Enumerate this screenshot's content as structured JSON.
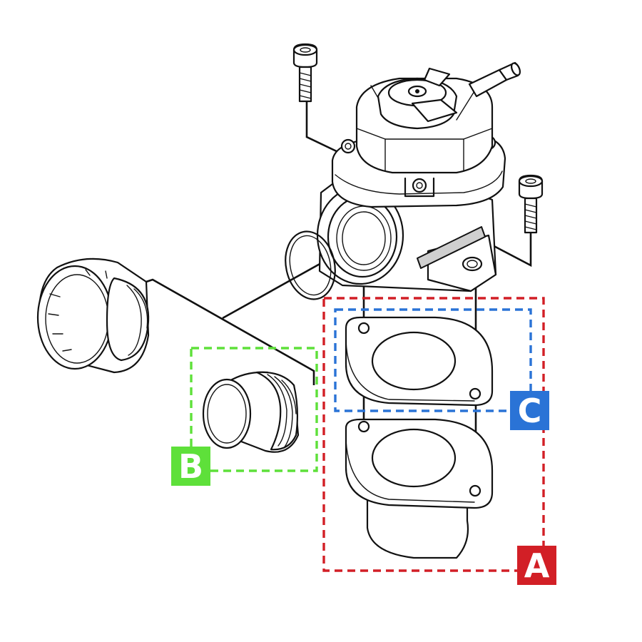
{
  "colors": {
    "group_a": "#d21f26",
    "group_b": "#5ee03a",
    "group_c": "#2a73d6",
    "line": "#111111"
  },
  "labels": {
    "a": "A",
    "b": "B",
    "c": "C"
  }
}
